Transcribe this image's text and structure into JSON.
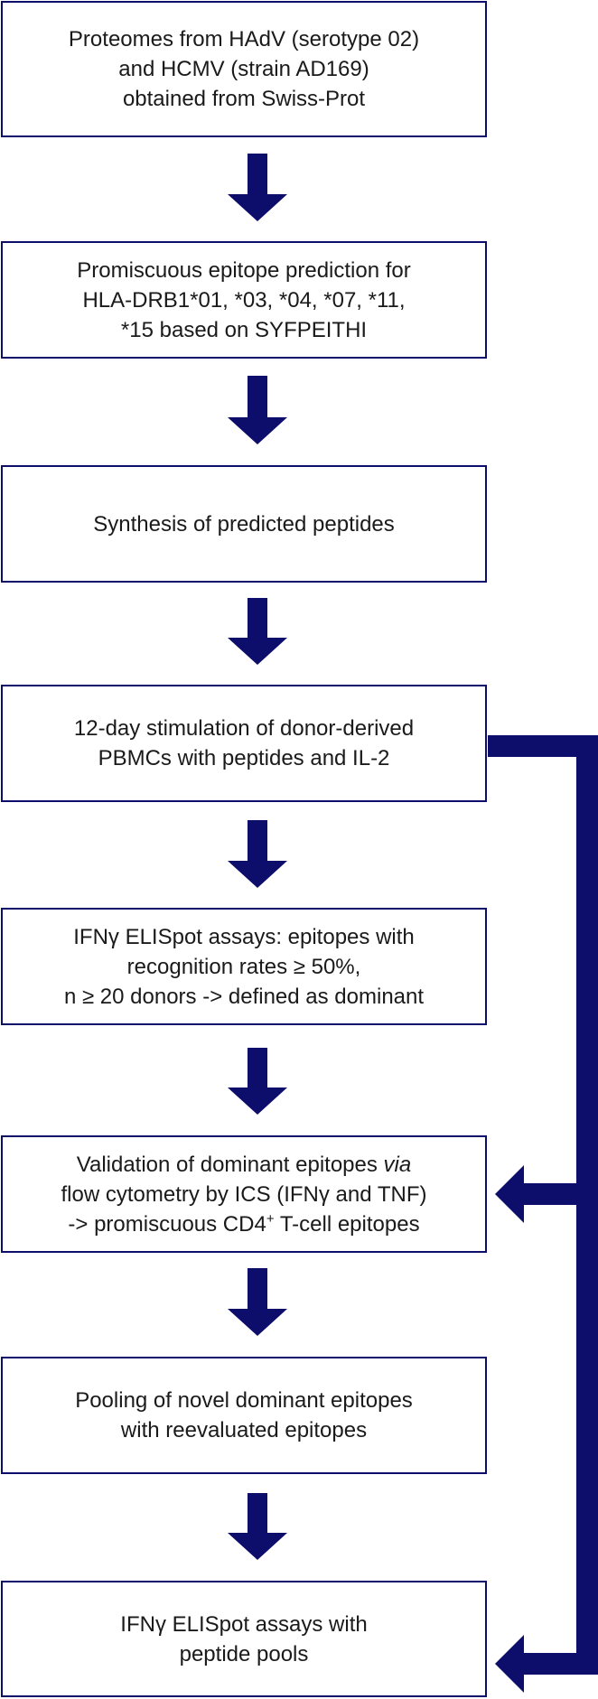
{
  "colors": {
    "accent": "#0d0d6b",
    "box_border": "#0d0d6b",
    "text": "#1a1a1a",
    "background": "#ffffff"
  },
  "steps": [
    {
      "lines": [
        "Proteomes from HAdV (serotype 02)",
        "and HCMV (strain AD169)",
        "obtained from Swiss-Prot"
      ]
    },
    {
      "lines": [
        "Promiscuous epitope prediction for",
        "HLA-DRB1*01, *03, *04, *07, *11,",
        "*15 based on SYFPEITHI"
      ]
    },
    {
      "lines": [
        "Synthesis of predicted peptides"
      ]
    },
    {
      "lines": [
        "12-day stimulation of donor-derived",
        "PBMCs with peptides and IL-2"
      ]
    },
    {
      "lines": [
        "IFNγ ELISpot assays: epitopes with",
        "recognition rates ≥ 50%,",
        "n ≥ 20 donors -> defined as dominant"
      ]
    },
    {
      "lines": [
        "Validation of dominant epitopes ",
        "via",
        "flow cytometry by ICS (IFNγ and TNF)",
        "-> promiscuous CD4",
        "+",
        " T-cell epitopes"
      ]
    },
    {
      "lines": [
        "Pooling of novel dominant epitopes",
        "with reevaluated epitopes"
      ]
    },
    {
      "lines": [
        "IFNγ ELISpot assays with",
        "peptide pools"
      ]
    }
  ]
}
